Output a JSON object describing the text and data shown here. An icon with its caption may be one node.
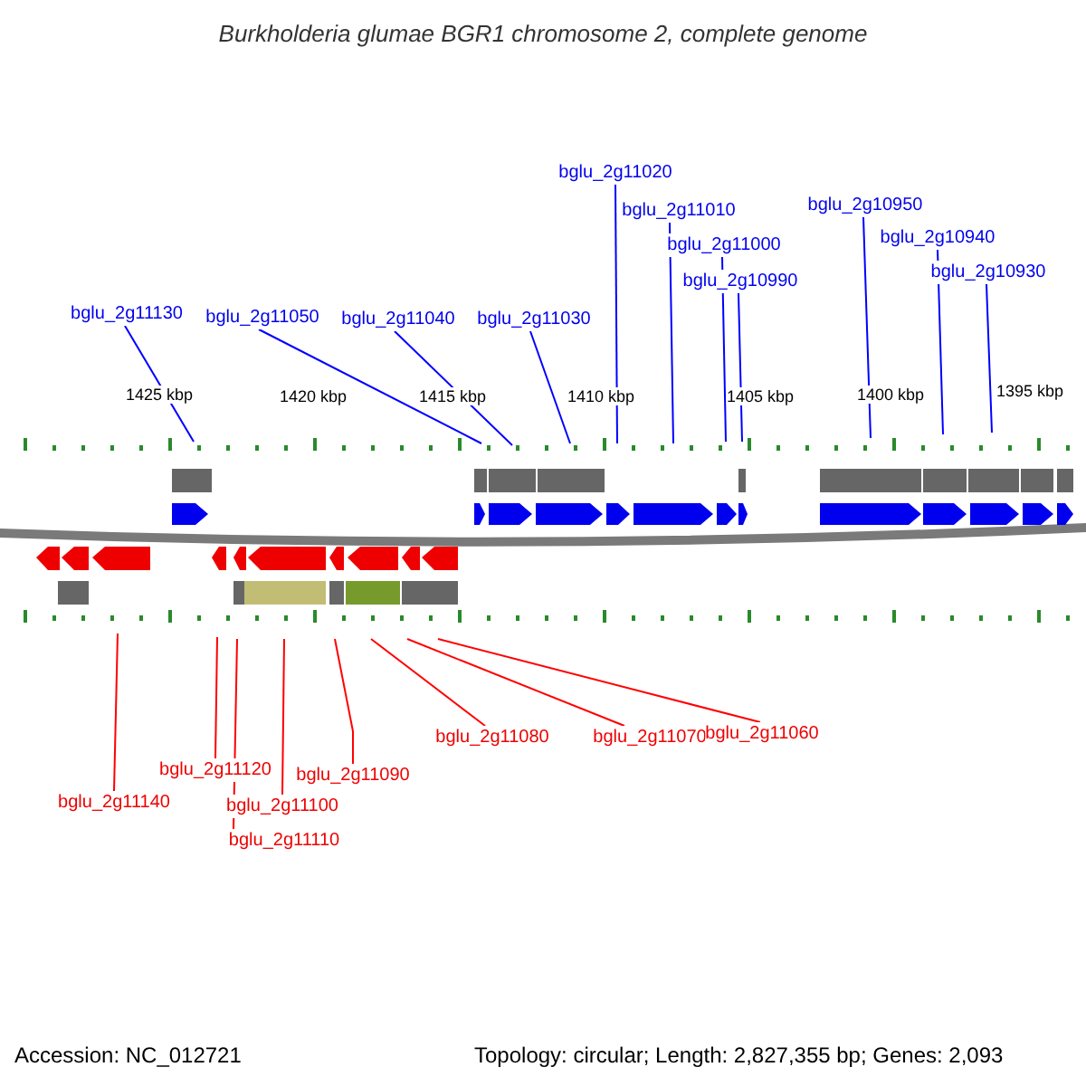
{
  "diagram": {
    "title": "Burkholderia glumae BGR1 chromosome 2, complete genome",
    "nodes": [
      {
        "text": [
          "bglu_2g11130"
        ]
      },
      {
        "text": [
          "bglu_2g11050"
        ]
      },
      {
        "text": [
          "bglu_2g11040"
        ]
      },
      {
        "text": [
          "bglu_2g11030"
        ]
      },
      {
        "text": [
          "bglu_2g11020"
        ]
      },
      {
        "text": [
          "bglu_2g11010"
        ]
      },
      {
        "text": [
          "bglu_2g11000"
        ]
      },
      {
        "text": [
          "bglu_2g10990"
        ]
      },
      {
        "text": [
          "bglu_2g10950"
        ]
      },
      {
        "text": [
          "bglu_2g10940"
        ]
      },
      {
        "text": [
          "bglu_2g10930"
        ]
      },
      {
        "text": [
          "bglu_2g11140"
        ]
      },
      {
        "text": [
          "bglu_2g11120"
        ]
      },
      {
        "text": [
          "bglu_2g11110"
        ]
      },
      {
        "text": [
          "bglu_2g11100"
        ]
      },
      {
        "text": [
          "bglu_2g11090"
        ]
      },
      {
        "text": [
          "bglu_2g11080"
        ]
      },
      {
        "text": [
          "bglu_2g11070"
        ]
      },
      {
        "text": [
          "bglu_2g11060"
        ]
      }
    ],
    "edges": [
      {
        "from": 0,
        "to": null,
        "arrow": "none"
      },
      {
        "from": 1,
        "to": null,
        "arrow": "none"
      },
      {
        "from": 2,
        "to": null,
        "arrow": "none"
      },
      {
        "from": 3,
        "to": null,
        "arrow": "none"
      },
      {
        "from": 4,
        "to": null,
        "arrow": "none"
      },
      {
        "from": 5,
        "to": null,
        "arrow": "none"
      },
      {
        "from": 6,
        "to": null,
        "arrow": "none"
      },
      {
        "from": 7,
        "to": null,
        "arrow": "none"
      },
      {
        "from": 8,
        "to": null,
        "arrow": "none"
      },
      {
        "from": 9,
        "to": null,
        "arrow": "none"
      },
      {
        "from": 10,
        "to": null,
        "arrow": "none"
      },
      {
        "from": 11,
        "to": null,
        "arrow": "none",
        "color": "#ff0000"
      },
      {
        "from": 12,
        "to": null,
        "arrow": "none",
        "color": "#ff0000"
      },
      {
        "from": 13,
        "to": null,
        "arrow": "none",
        "color": "#ff0000"
      },
      {
        "from": 14,
        "to": null,
        "arrow": "none",
        "color": "#ff0000"
      },
      {
        "from": 15,
        "to": null,
        "arrow": "none",
        "color": "#ff0000"
      },
      {
        "from": 16,
        "to": null,
        "arrow": "none",
        "color": "#ff0000"
      },
      {
        "from": 17,
        "to": null,
        "arrow": "none",
        "color": "#ff0000"
      },
      {
        "from": 18,
        "to": null,
        "arrow": "none",
        "color": "#ff0000"
      }
    ],
    "labels": [
      "1425 kbp",
      "1420 kbp",
      "1415 kbp",
      "1410 kbp",
      "1405 kbp",
      "1400 kbp",
      "1395 kbp",
      "Accession: NC_012721",
      "Topology: circular; Length: 2,827,355 bp; Genes: 2,093"
    ]
  }
}
